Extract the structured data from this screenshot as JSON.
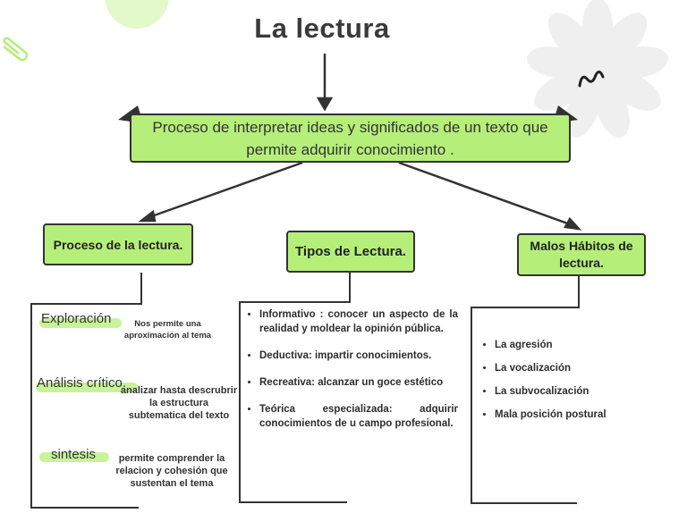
{
  "title": "La lectura",
  "definition": "Proceso de interpretar ideas y significados de un texto que permite adquirir conocimiento .",
  "branches": {
    "proceso": {
      "heading": "Proceso de la lectura.",
      "items": [
        {
          "term": "Exploración",
          "description": "Nos permite una aproximación al tema"
        },
        {
          "term": "Análisis crítico.",
          "description": "analizar hasta descrubrir la estructura subtematica del texto"
        },
        {
          "term": "sintesis",
          "description": "permite comprender la relacion y cohesión que sustentan el tema"
        }
      ]
    },
    "tipos": {
      "heading": "Tipos de Lectura.",
      "items": [
        "Informativo : conocer un aspecto de la realidad y moldear la opinión pública.",
        "Deductiva: impartir conocimientos.",
        "Recreativa: alcanzar un goce estético",
        "Teórica especializada: adquirir conocimientos de u campo profesional."
      ]
    },
    "malos": {
      "heading": "Malos Hábitos de lectura.",
      "items": [
        "La agresión",
        "La vocalización",
        "La subvocalización",
        "Mala posición postural"
      ]
    }
  }
}
